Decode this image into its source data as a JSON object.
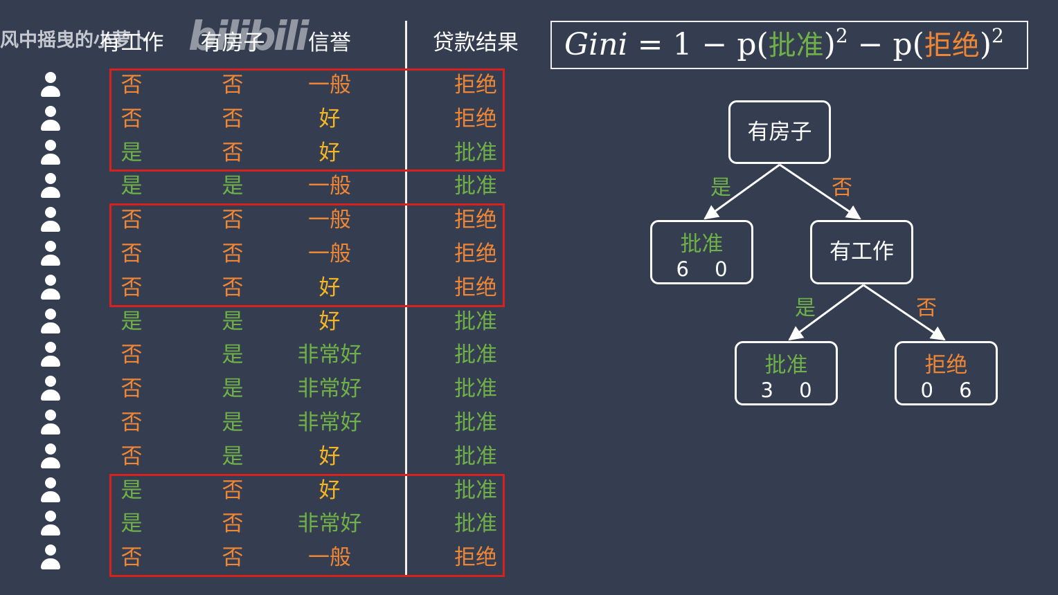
{
  "watermark": {
    "text": "风中摇曳的小萝卜",
    "logo": "bilibili"
  },
  "table": {
    "headers": [
      "有工作",
      "有房子",
      "信誉",
      "贷款结果"
    ],
    "rows": [
      [
        "否",
        "否",
        "一般",
        "拒绝"
      ],
      [
        "否",
        "否",
        "好",
        "拒绝"
      ],
      [
        "是",
        "否",
        "好",
        "批准"
      ],
      [
        "是",
        "是",
        "一般",
        "批准"
      ],
      [
        "否",
        "否",
        "一般",
        "拒绝"
      ],
      [
        "否",
        "否",
        "一般",
        "拒绝"
      ],
      [
        "否",
        "否",
        "好",
        "拒绝"
      ],
      [
        "是",
        "是",
        "好",
        "批准"
      ],
      [
        "否",
        "是",
        "非常好",
        "批准"
      ],
      [
        "否",
        "是",
        "非常好",
        "批准"
      ],
      [
        "否",
        "是",
        "非常好",
        "批准"
      ],
      [
        "否",
        "是",
        "好",
        "批准"
      ],
      [
        "是",
        "否",
        "好",
        "批准"
      ],
      [
        "是",
        "否",
        "非常好",
        "批准"
      ],
      [
        "否",
        "否",
        "一般",
        "拒绝"
      ]
    ],
    "highlight_groups": [
      [
        0,
        2
      ],
      [
        4,
        6
      ],
      [
        12,
        14
      ]
    ]
  },
  "formula": {
    "lhs": "Gini",
    "eq": "= 1 − p(",
    "term1": "批准",
    "mid": ")",
    "minus": " − p(",
    "term2": "拒绝",
    "end": ")",
    "exp": "2"
  },
  "tree": {
    "root": {
      "label": "有房子"
    },
    "root_yes_label": "是",
    "root_no_label": "否",
    "leaf1": {
      "label": "批准",
      "approve": "6",
      "reject": "0"
    },
    "node2": {
      "label": "有工作"
    },
    "node2_yes_label": "是",
    "node2_no_label": "否",
    "leaf2": {
      "label": "批准",
      "approve": "3",
      "reject": "0"
    },
    "leaf3": {
      "label": "拒绝",
      "approve": "0",
      "reject": "6"
    }
  },
  "colors": {
    "background": "#343e50",
    "yes": "#6fb048",
    "no": "#ef8636",
    "good": "#f5b524",
    "highlight_box": "#d8201e"
  }
}
